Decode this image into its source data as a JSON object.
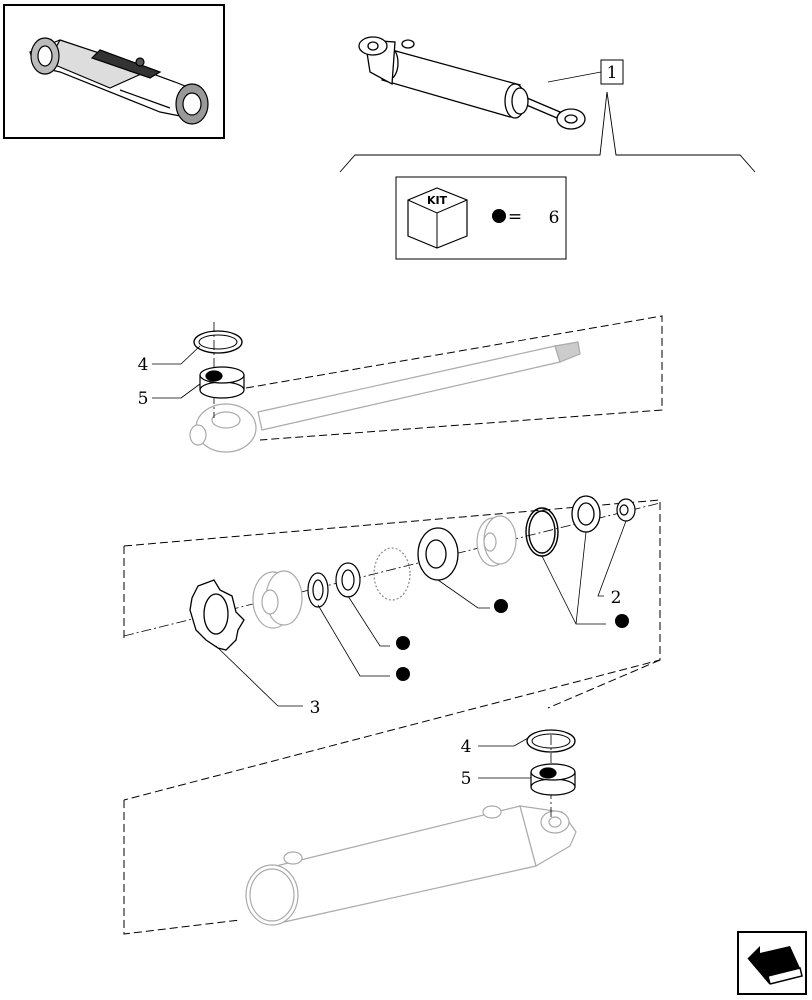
{
  "diagram": {
    "title_callout": "1",
    "kit_box": {
      "kit_text": "KIT",
      "equals": "=",
      "number": "6",
      "bullet_icon": "filled-circle"
    },
    "callouts": {
      "rod_ring": "4",
      "rod_bushing": "5",
      "piston_lock_plate": "3",
      "head_seal_group": "2",
      "barrel_ring": "4",
      "barrel_bushing": "5"
    },
    "nav_icon": "back-arrow-icon"
  }
}
